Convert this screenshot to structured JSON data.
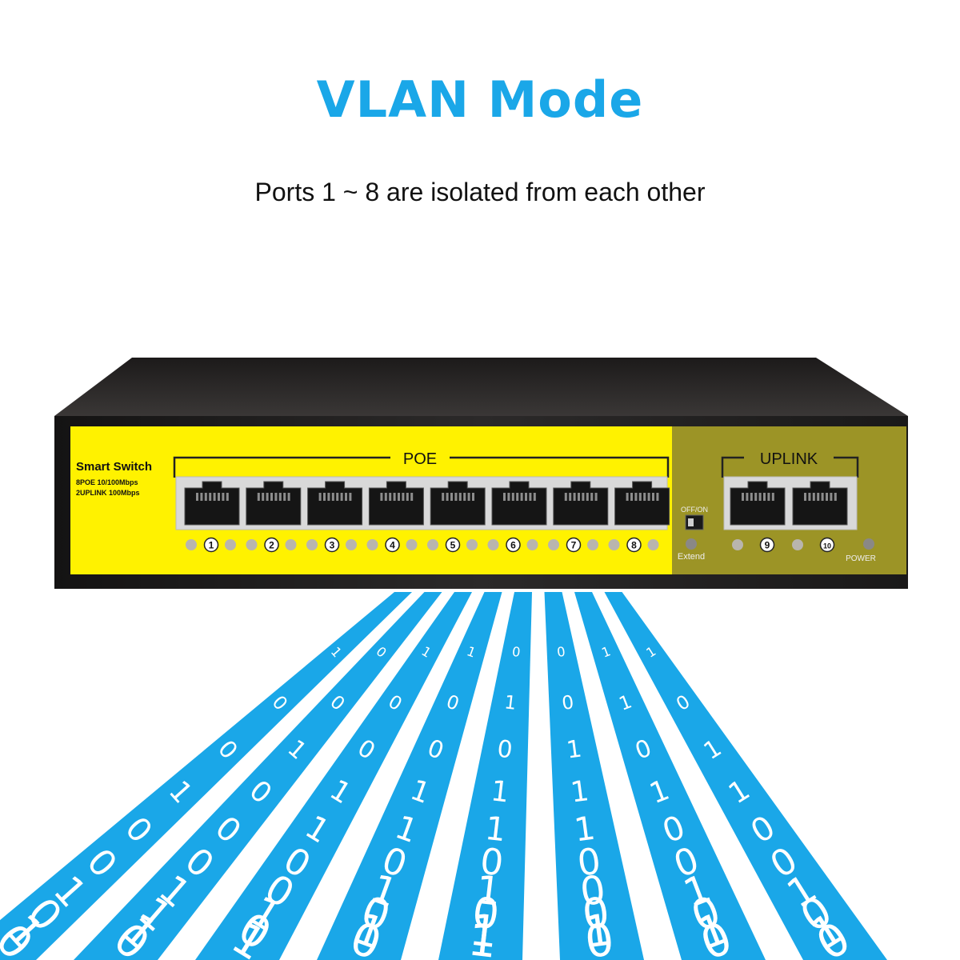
{
  "title": "VLAN Mode",
  "subtitle": "Ports 1 ~ 8 are isolated from each other",
  "switch": {
    "brand_line1": "Smart Switch",
    "brand_line2": "8POE 10/100Mbps",
    "brand_line3": "2UPLINK 100Mbps",
    "poe_label": "POE",
    "uplink_label": "UPLINK",
    "dip_label": "OFF/ON",
    "extend_label": "Extend",
    "power_label": "POWER",
    "poe_ports": [
      "1",
      "2",
      "3",
      "4",
      "5",
      "6",
      "7",
      "8"
    ],
    "uplink_ports": [
      "9",
      "10"
    ]
  },
  "streams": [
    "1001001010",
    "0010001110",
    "1001100101",
    "1001101010",
    "0101101011",
    "0011100010",
    "1101001010",
    "1011001010"
  ],
  "colors": {
    "title": "#1aa7e8",
    "stream": "#1aa7e8",
    "panel": "#fff200",
    "body": "#2a2828"
  }
}
